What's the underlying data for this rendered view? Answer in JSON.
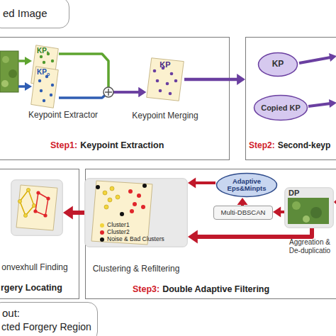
{
  "diagram": {
    "nodes": [
      {
        "text": [
          "ed Image"
        ]
      },
      {
        "text": [
          "Step1:",
          "Keypoint Extraction"
        ]
      },
      {
        "text": [
          "KP",
          "t"
        ],
        "in": 1
      },
      {
        "text": [
          "KP",
          "o"
        ],
        "in": 1
      },
      {
        "text": [
          "KP",
          "Keypoint Merging"
        ],
        "in": 1
      },
      {
        "text": [
          "Step2:",
          "Second-keyp"
        ]
      },
      {
        "text": [
          "KP"
        ],
        "in": 5
      },
      {
        "text": [
          "Copied KP"
        ],
        "in": 5
      },
      {
        "text": [
          "Step3:",
          "Double Adaptive Filtering"
        ]
      },
      {
        "text": [
          "Adaptive Eps&Minpts"
        ],
        "in": 8
      },
      {
        "text": [
          "Multi-DBSCAN"
        ],
        "in": 8
      },
      {
        "text": [
          "DP",
          "Aggreation & De-duplicatio"
        ],
        "in": 8
      },
      {
        "text": [
          "Clustering & Refiltering"
        ],
        "in": 8
      },
      {
        "text": [
          "rgery Locating"
        ]
      },
      {
        "text": [
          "onvexhull Finding"
        ],
        "in": 13
      },
      {
        "text": [
          "out:",
          "cted Forgery Region"
        ]
      }
    ],
    "edges": [
      {
        "from": 2,
        "to": 4,
        "arrow": "to"
      },
      {
        "from": 3,
        "to": 4,
        "arrow": "to"
      },
      {
        "from": 4,
        "to": 5,
        "arrow": "to"
      },
      {
        "from": 11,
        "to": 10,
        "arrow": "to"
      },
      {
        "from": 10,
        "to": 9,
        "arrow": "to"
      },
      {
        "from": 9,
        "to": 12,
        "arrow": "to"
      },
      {
        "from": 11,
        "to": 12,
        "arrow": "to"
      },
      {
        "from": 12,
        "to": 14,
        "arrow": "to"
      }
    ],
    "labels": [
      "Keypoint Extractor"
    ],
    "legend": [
      {
        "text": "Cluster1",
        "color": "#f2d43c"
      },
      {
        "text": "Cluster2",
        "color": "#e0262b"
      },
      {
        "text": "Noise & Bad Clusters",
        "color": "#111111"
      }
    ]
  }
}
